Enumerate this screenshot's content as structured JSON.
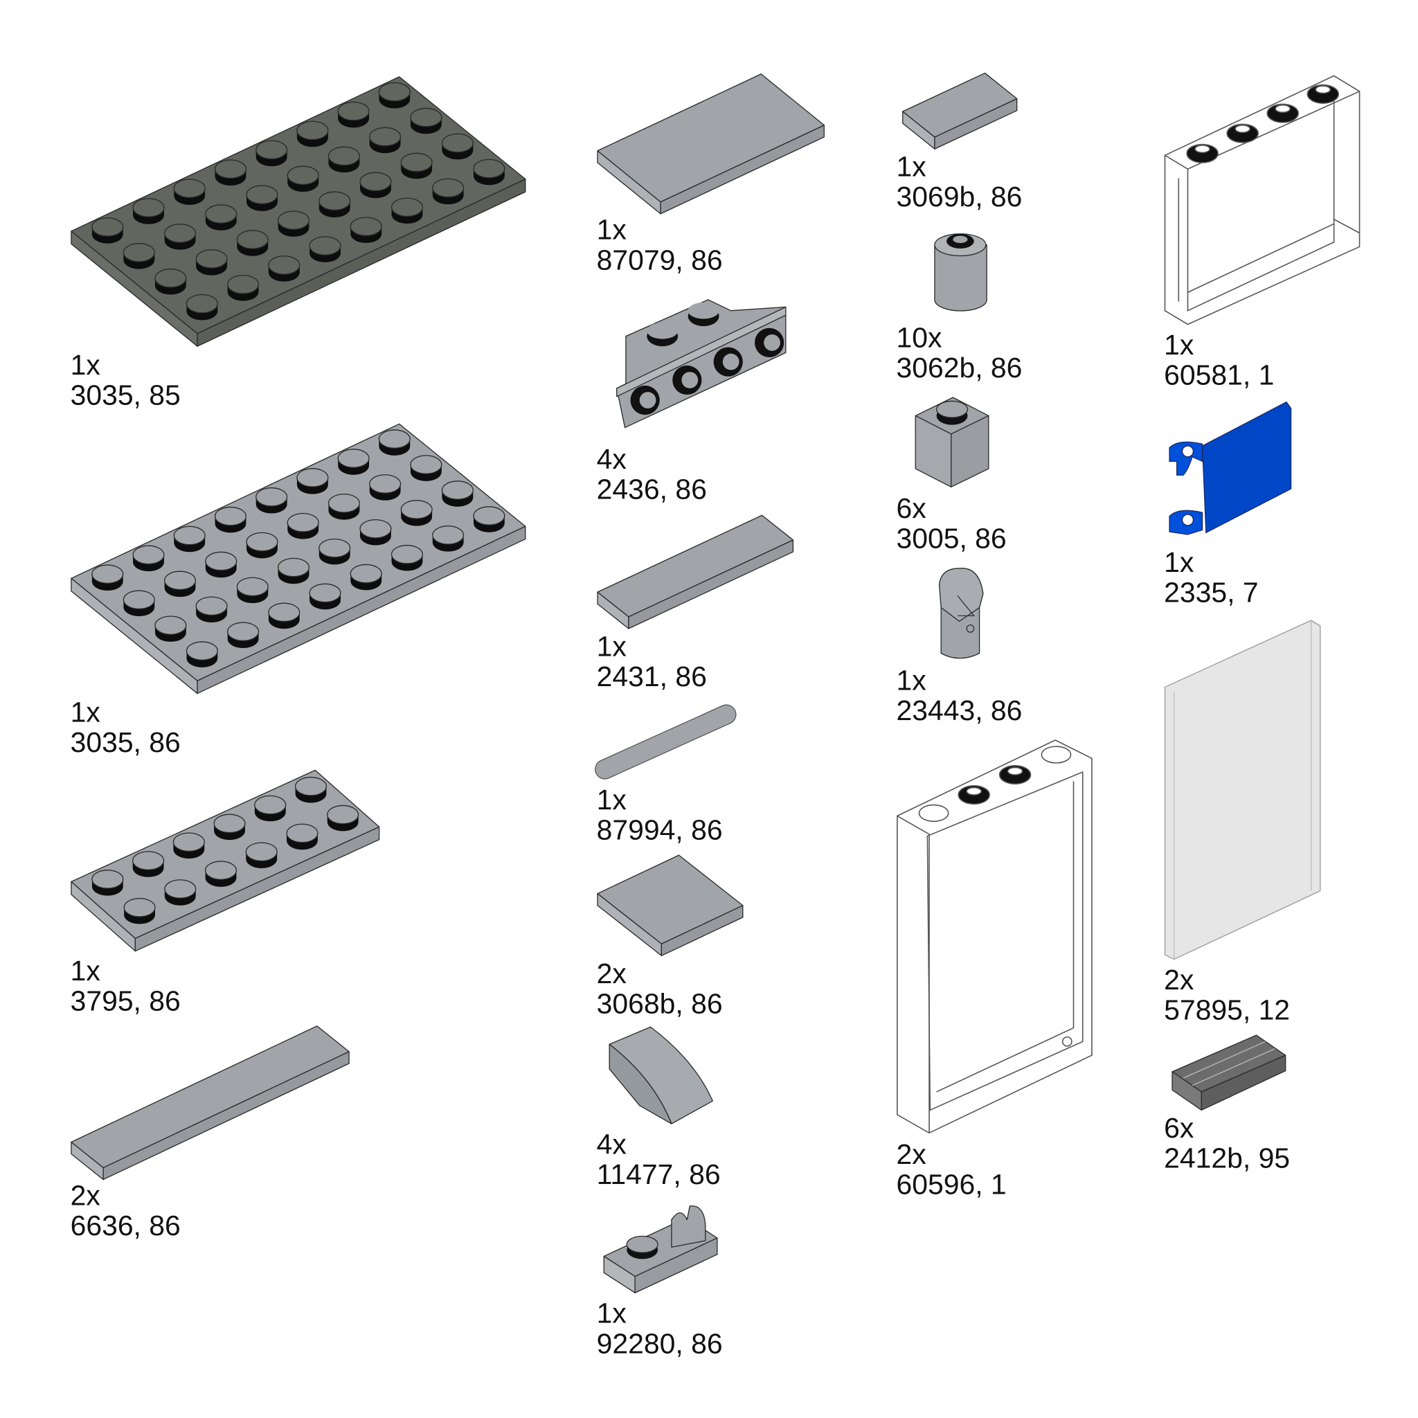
{
  "parts": [
    {
      "qty": "1x",
      "label": "3035, 85"
    },
    {
      "qty": "1x",
      "label": "3035, 86"
    },
    {
      "qty": "1x",
      "label": "3795, 86"
    },
    {
      "qty": "2x",
      "label": "6636, 86"
    },
    {
      "qty": "1x",
      "label": "87079, 86"
    },
    {
      "qty": "4x",
      "label": "2436, 86"
    },
    {
      "qty": "1x",
      "label": "2431, 86"
    },
    {
      "qty": "1x",
      "label": "87994, 86"
    },
    {
      "qty": "2x",
      "label": "3068b, 86"
    },
    {
      "qty": "4x",
      "label": "11477, 86"
    },
    {
      "qty": "1x",
      "label": "92280, 86"
    },
    {
      "qty": "1x",
      "label": "3069b, 86"
    },
    {
      "qty": "10x",
      "label": "3062b, 86"
    },
    {
      "qty": "6x",
      "label": "3005, 86"
    },
    {
      "qty": "1x",
      "label": "23443, 86"
    },
    {
      "qty": "2x",
      "label": "60596, 1"
    },
    {
      "qty": "1x",
      "label": "60581, 1"
    },
    {
      "qty": "1x",
      "label": "2335, 7"
    },
    {
      "qty": "2x",
      "label": "57895, 12"
    },
    {
      "qty": "6x",
      "label": "2412b, 95"
    }
  ],
  "colors": {
    "dark_gray": "#63655f",
    "light_gray": "#a1a5a9",
    "blue": "#0047c8",
    "white": "#ffffff",
    "trans_clear": "#e6e6e6",
    "grille_gray": "#6c6c6c"
  }
}
